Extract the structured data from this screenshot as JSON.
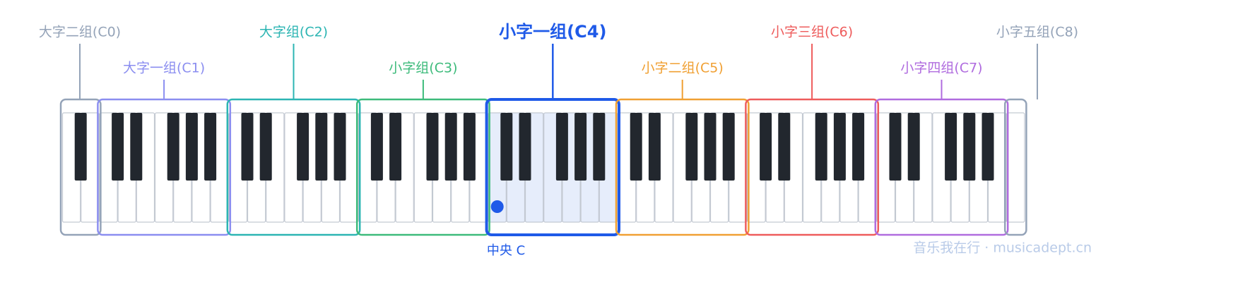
{
  "octaves": [
    {
      "label": "大字二组(C0)",
      "color": "#94a3b8"
    },
    {
      "label": "大字一组(C1)",
      "color": "#8b8ef0"
    },
    {
      "label": "大字组(C2)",
      "color": "#2cb5b3"
    },
    {
      "label": "小字组(C3)",
      "color": "#3dbb7b"
    },
    {
      "label": "小字一组(C4)",
      "color": "#1f5ae8"
    },
    {
      "label": "小字二组(C5)",
      "color": "#f0a033"
    },
    {
      "label": "小字三组(C6)",
      "color": "#ee5c5c"
    },
    {
      "label": "小字四组(C7)",
      "color": "#b06cdf"
    },
    {
      "label": "小字五组(C8)",
      "color": "#94a3b8"
    }
  ],
  "highlighted_octave": "小字一组(C4)",
  "middle_c": {
    "label": "中央 C",
    "color": "#1f5ae8"
  },
  "watermark": "音乐我在行 · musicadept.cn",
  "colors": {
    "black_key": "#22272e",
    "white_key_border": "#c3c9d2",
    "highlight_fill": "#e6edfb",
    "watermark": "#b9cbe8"
  }
}
